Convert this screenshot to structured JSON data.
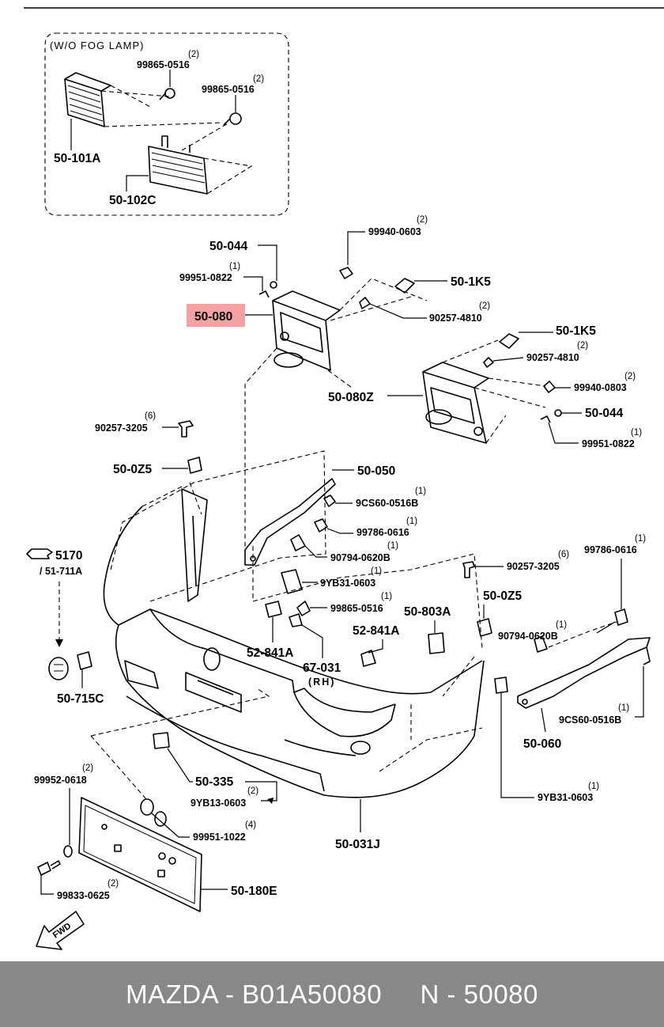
{
  "diagram": {
    "inset_title": "(W/O FOG LAMP)",
    "highlight_color": "#f2a2a2",
    "fwd_label": "FWD",
    "labels": {
      "q_99865_0516_a": "(2)",
      "pn_99865_0516_a": "99865-0516",
      "q_99865_0516_b": "(2)",
      "pn_99865_0516_b": "99865-0516",
      "pn_50_101A": "50-101A",
      "pn_50_102C": "50-102C",
      "q_99940_0603_a": "(2)",
      "pn_99940_0603_a": "99940-0603",
      "pn_50_044_a": "50-044",
      "q_99951_0822_a": "(1)",
      "pn_99951_0822_a": "99951-0822",
      "pn_50_1K5_a": "50-1K5",
      "pn_50_080": "50-080",
      "q_90257_4810_a": "(2)",
      "pn_90257_4810_a": "90257-4810",
      "pn_50_1K5_b": "50-1K5",
      "q_90257_4810_b": "(2)",
      "pn_90257_4810_b": "90257-4810",
      "q_99940_0603_b": "(2)",
      "pn_99940_0603_b": "99940-0803",
      "pn_50_080Z": "50-080Z",
      "pn_50_044_b": "50-044",
      "q_99951_0822_b": "(1)",
      "pn_99951_0822_b": "99951-0822",
      "q_90257_3205_a": "(6)",
      "pn_90257_3205_a": "90257-3205",
      "pn_50_0Z5_a": "50-0Z5",
      "pn_50_050": "50-050",
      "q_9CS60_a": "(1)",
      "pn_9CS60_a": "9CS60-0516B",
      "q_99786_a": "(1)",
      "pn_99786_a": "99786-0616",
      "q_90794_a": "(1)",
      "pn_90794_a": "90794-0620B",
      "q_9YB31_a": "(1)",
      "pn_9YB31_a": "9YB31-0603",
      "q_99865_0516_c": "(1)",
      "pn_99865_0516_c": "99865-0516",
      "pn_5170": "5170",
      "pn_51_711A": "/ 51-711A",
      "pn_52_841A_a": "52-841A",
      "pn_67_031": "67-031",
      "rh": "(RH)",
      "pn_52_841A_b": "52-841A",
      "pn_50_803A": "50-803A",
      "q_90257_3205_b": "(6)",
      "pn_90257_3205_b": "90257-3205",
      "pn_50_0Z5_b": "50-0Z5",
      "q_99786_b": "(1)",
      "pn_99786_b": "99786-0616",
      "q_90794_b": "(1)",
      "pn_90794_b": "90794-0620B",
      "pn_50_715C": "50-715C",
      "q_9CS60_b": "(1)",
      "pn_9CS60_b": "9CS60-0516B",
      "pn_50_060": "50-060",
      "q_99952": "(2)",
      "pn_99952": "99952-0618",
      "pn_50_335": "50-335",
      "q_9YB13": "(2)",
      "pn_9YB13": "9YB13-0603",
      "q_99951_1022": "(4)",
      "pn_99951_1022": "99951-1022",
      "q_9YB31_b": "(1)",
      "pn_9YB31_b": "9YB31-0603",
      "pn_50_031J": "50-031J",
      "q_99833": "(2)",
      "pn_99833": "99833-0625",
      "pn_50_180E": "50-180E"
    }
  },
  "footer": {
    "text": "MAZDA - B01A50080     N - 50080",
    "background": "#888888"
  }
}
